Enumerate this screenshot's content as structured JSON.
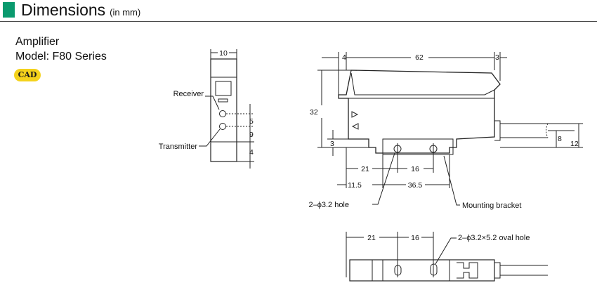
{
  "header": {
    "title": "Dimensions",
    "subtitle": "(in mm)",
    "accent_color": "#0a9a6e"
  },
  "product": {
    "category": "Amplifier",
    "model": "Model: F80 Series",
    "cad_badge": "CAD",
    "cad_color": "#f4d21c"
  },
  "front_view": {
    "width_dim": "10",
    "receiver_label": "Receiver",
    "transmitter_label": "Transmitter",
    "dims": [
      "5",
      "9",
      "4"
    ]
  },
  "side_view": {
    "dim_left": "4",
    "dim_length": "62",
    "dim_right": "3",
    "dim_height": "32",
    "dim_bottom": "3",
    "dim_cable_8": "8",
    "dim_cable_12": "12",
    "dim_21": "21",
    "dim_16": "16",
    "dim_11_5": "11.5",
    "dim_36_5": "36.5",
    "hole_label": "2–ϕ3.2 hole",
    "bracket_label": "Mounting bracket"
  },
  "bottom_view": {
    "dim_21": "21",
    "dim_16": "16",
    "oval_label": "2–ϕ3.2×5.2 oval hole"
  }
}
